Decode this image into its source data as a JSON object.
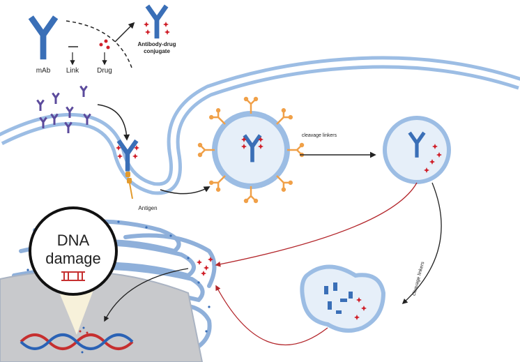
{
  "labels": {
    "mab": "mAb",
    "link": "Link",
    "drug": "Drug",
    "adc_line1": "Antibody-drug",
    "adc_line2": "conjugate",
    "antigen": "Antigen",
    "cleavage_1": "cleavage linkers",
    "cleavage_2": "cleavage linkers",
    "dna_line1": "DNA",
    "dna_line2": "damage"
  },
  "colors": {
    "antibody": "#3a6fb7",
    "antibody_dark": "#1f4f8f",
    "free_antibody": "#5b4a9c",
    "drug": "#d0202a",
    "receptor": "#f0a048",
    "membrane": "#9cbde4",
    "membrane_dot": "#5c84c2",
    "vesicle_fill": "#e6eff9",
    "arrow_black": "#222222",
    "arrow_red": "#b3262b",
    "nucleus": "#c8c9cc",
    "dna_red": "#c62f2f",
    "dna_blue": "#2a62b5"
  },
  "icons": {
    "antibody": "antibody-icon",
    "drug": "drug-molecule-icon",
    "dna": "dna-helix-icon"
  }
}
